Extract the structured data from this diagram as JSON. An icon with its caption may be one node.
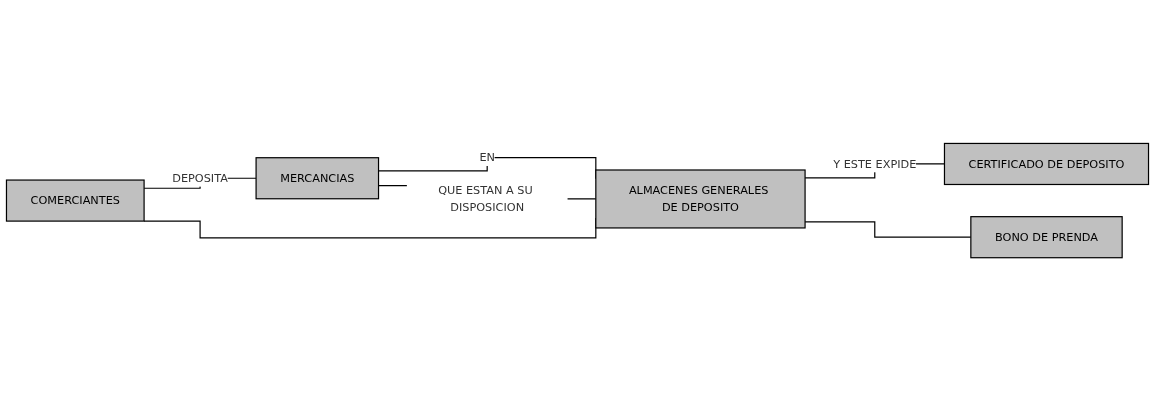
{
  "diagram": {
    "nodes": [
      {
        "text": [
          "COMERCIANTES"
        ]
      },
      {
        "text": [
          "MERCANCIAS"
        ]
      },
      {
        "text": [
          "ALMACENES GENERALES DE DEPOSITO"
        ]
      },
      {
        "text": [
          "CERTIFICADO DE DEPOSITO"
        ]
      },
      {
        "text": [
          "BONO DE PRENDA"
        ]
      }
    ],
    "edges": [
      {
        "from": 0,
        "to": 1,
        "arrow": "none",
        "label": "DEPOSITA"
      },
      {
        "from": 1,
        "to": 2,
        "arrow": "none",
        "label": "EN"
      },
      {
        "from": 0,
        "to": 2,
        "arrow": "none"
      },
      {
        "from": 1,
        "to": 2,
        "arrow": "none",
        "label": "QUE ESTAN A SU DISPOSICION"
      },
      {
        "from": 2,
        "to": 3,
        "arrow": "none",
        "label": "Y ESTE EXPIDE"
      },
      {
        "from": 2,
        "to": 4,
        "arrow": "none"
      }
    ]
  }
}
